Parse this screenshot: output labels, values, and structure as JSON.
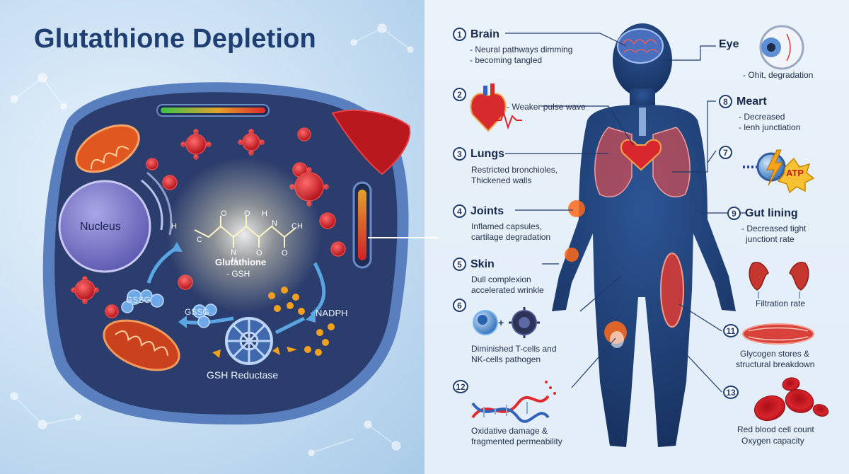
{
  "title": "Glutathione Depletion",
  "cell": {
    "nucleus": "Nucleus",
    "molecule_name": "Glutathione",
    "molecule_abbrev": "- GSH",
    "gssg_1": "GSSG",
    "gssg_2": "GSSG",
    "nadph": "NADPH",
    "reductase": "GSH Reductase",
    "chem_h3c": "H",
    "chem_c": "C",
    "chem_n1": "N",
    "chem_h1": "H",
    "chem_n2": "N",
    "chem_h2": "H",
    "chem_ch": "CH",
    "chem_o1": "O",
    "chem_o2": "O",
    "chem_o3": "O",
    "chem_o4": "O"
  },
  "organs": [
    {
      "number": "1",
      "name": "Brain",
      "lines": [
        "- Neural pathways dimming",
        "- becoming tangled"
      ]
    },
    {
      "number": "2",
      "name": "",
      "lines": [
        "- Weaker pulse wave"
      ]
    },
    {
      "number": "3",
      "name": "Lungs",
      "lines": [
        "Restricted bronchioles,",
        "Thickened walls"
      ]
    },
    {
      "number": "4",
      "name": "Joints",
      "lines": [
        "Inflamed capsules,",
        "cartilage degradation"
      ]
    },
    {
      "number": "5",
      "name": "Skin",
      "lines": [
        "Dull complexion",
        "accelerated wrinkle"
      ]
    },
    {
      "number": "6",
      "name": "",
      "lines": [
        "Diminished T-cells and",
        "NK-cells pathogen"
      ]
    },
    {
      "number": "12",
      "name": "",
      "lines": [
        "Oxidative damage &",
        "fragmented permeability"
      ]
    },
    {
      "number": "",
      "name": "Eye",
      "lines": [
        "- Ohit, degradation"
      ]
    },
    {
      "number": "8",
      "name": "Meart",
      "lines": [
        "- Decreased",
        "- lenh junctiation"
      ]
    },
    {
      "number": "7",
      "name": "",
      "lines": []
    },
    {
      "number": "9",
      "name": "Gut lining",
      "lines": [
        "- Decreased tight",
        "junctiont rate"
      ]
    },
    {
      "number": "",
      "name": "",
      "lines": [
        "Filtration rate"
      ]
    },
    {
      "number": "11",
      "name": "",
      "lines": [
        "Glycogen stores &",
        "structural breakdown"
      ]
    },
    {
      "number": "13",
      "name": "",
      "lines": [
        "Red blood cell count",
        "Oxygen capacity"
      ]
    }
  ],
  "atp_label": "ATP",
  "colors": {
    "title": "#1f3f73",
    "cell_body": "#2b3d6d",
    "virus": "#d62b2b",
    "body": "#1d3868",
    "accent": "#f7a21b"
  }
}
